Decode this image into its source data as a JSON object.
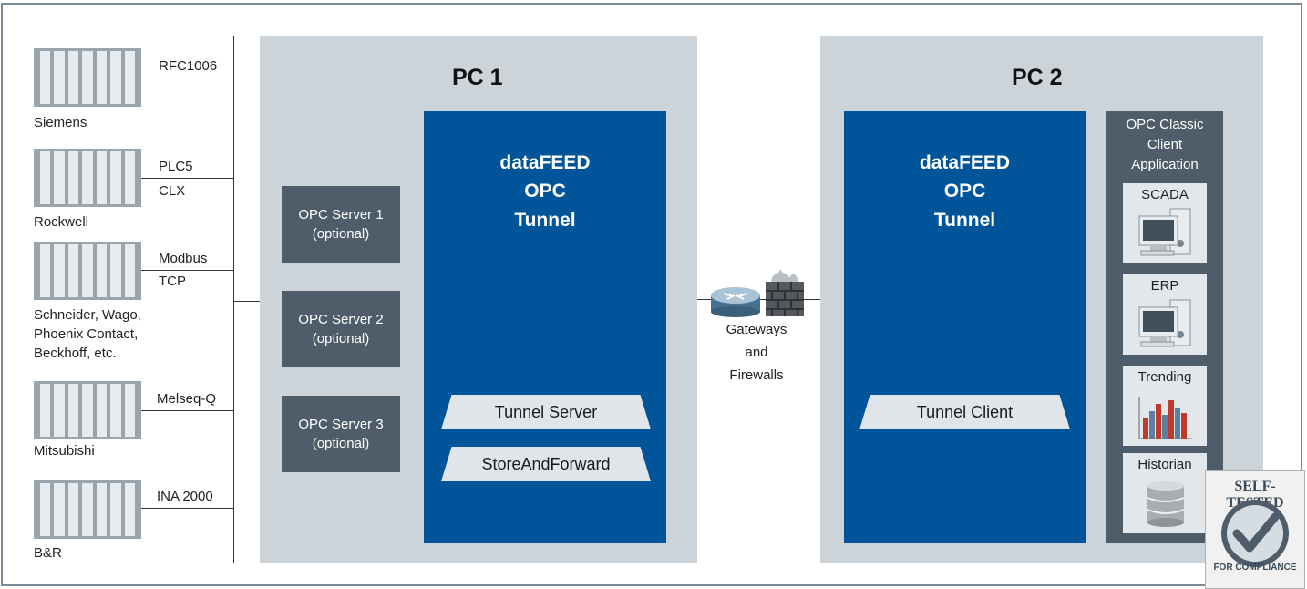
{
  "devices": [
    {
      "vendor": "Siemens",
      "protocols": [
        "RFC1006"
      ]
    },
    {
      "vendor": "Rockwell",
      "protocols": [
        "PLC5",
        "CLX"
      ]
    },
    {
      "vendor": [
        "Schneider, Wago,",
        "Phoenix Contact,",
        "Beckhoff, etc."
      ],
      "protocols": [
        "Modbus",
        "TCP"
      ]
    },
    {
      "vendor": "Mitsubishi",
      "protocols": [
        "Melseq-Q"
      ]
    },
    {
      "vendor": "B&R",
      "protocols": [
        "INA 2000"
      ]
    }
  ],
  "pc1": {
    "title": "PC 1",
    "opc_servers": [
      {
        "name": "OPC Server 1",
        "note": "(optional)"
      },
      {
        "name": "OPC Server 2",
        "note": "(optional)"
      },
      {
        "name": "OPC Server 3",
        "note": "(optional)"
      }
    ],
    "tunnel": {
      "line1": "dataFEED",
      "line2": "OPC",
      "line3": "Tunnel"
    },
    "modules": [
      "Tunnel Server",
      "StoreAndForward"
    ]
  },
  "gateway": {
    "line1": "Gateways",
    "line2": "and",
    "line3": "Firewalls",
    "icons": [
      "router-icon",
      "firewall-icon"
    ]
  },
  "pc2": {
    "title": "PC 2",
    "tunnel": {
      "line1": "dataFEED",
      "line2": "OPC",
      "line3": "Tunnel"
    },
    "modules": [
      "Tunnel Client"
    ],
    "client_app": {
      "title": [
        "OPC Classic",
        "Client",
        "Application"
      ],
      "apps": [
        {
          "label": "SCADA",
          "icon": "computer-icon"
        },
        {
          "label": "ERP",
          "icon": "computer-icon"
        },
        {
          "label": "Trending",
          "icon": "bar-chart-icon"
        },
        {
          "label": "Historian",
          "icon": "database-icon"
        }
      ]
    }
  },
  "badge": {
    "text": "SELF-TESTED",
    "subtext": "FOR COMPLIANCE"
  },
  "colors": {
    "tunnel_blue": "#00549a",
    "pc_gray": "#ccd4da",
    "server_dark": "#4e5d69",
    "plc_gray": "#9aa4ad"
  }
}
